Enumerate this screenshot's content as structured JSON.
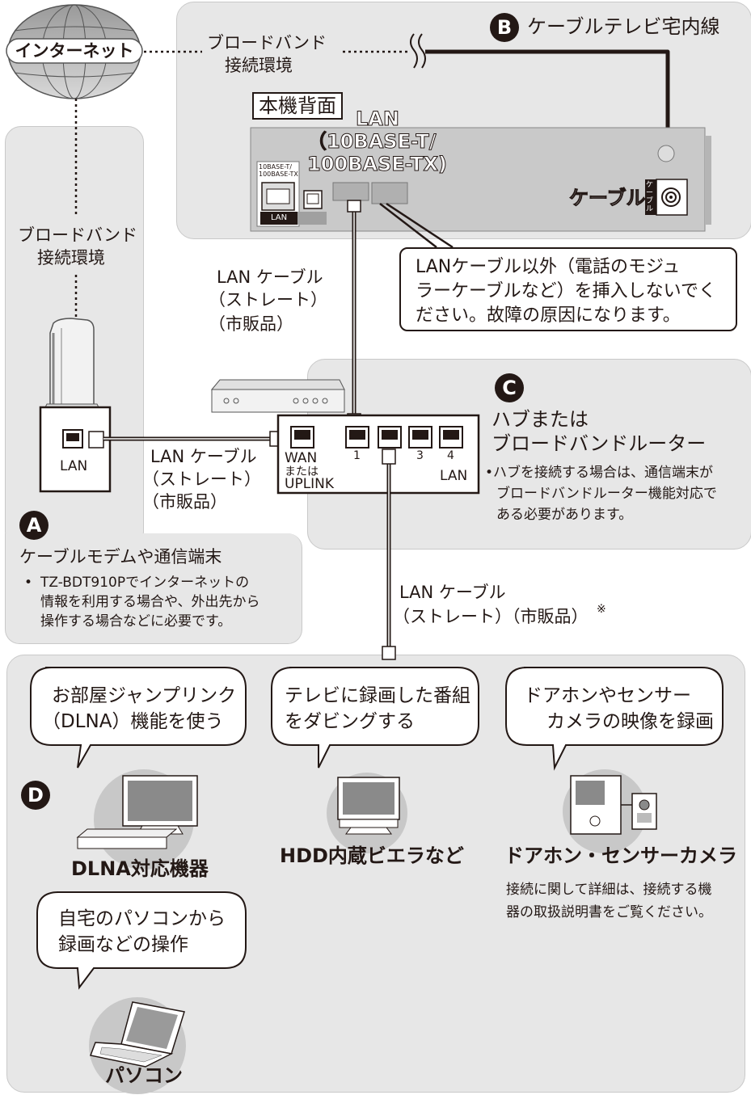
{
  "internet": {
    "label": "インターネット"
  },
  "broadband_top": {
    "line1": "ブロードバンド",
    "line2": "接続環境"
  },
  "broadband_left": {
    "line1": "ブロードバンド",
    "line2": "接続環境"
  },
  "section_b": {
    "badge": "B",
    "title": "ケーブルテレビ宅内線"
  },
  "rear_panel": {
    "title": "本機背面",
    "lan_label_1": "LAN",
    "lan_label_2": "（10BASE-T/",
    "lan_label_3": "100BASE-TX)",
    "port_small_label_1": "10BASE-T/",
    "port_small_label_2": "100BASE-TX",
    "port_lan": "LAN",
    "cable_label": "ケーブル",
    "cable_port_tag": "ケーブル"
  },
  "warning": {
    "line1": "LANケーブル以外（電話のモジュ",
    "line2": "ラーケーブルなど）を挿入しないでく",
    "line3": "ださい。故障の原因になります。"
  },
  "cable_top": {
    "line1": "LAN ケーブル",
    "line2": "（ストレート）",
    "line3": "（市販品）"
  },
  "cable_mid": {
    "line1": "LAN ケーブル",
    "line2": "（ストレート）",
    "line3": "（市販品）"
  },
  "cable_bottom": {
    "line1": "LAN ケーブル",
    "line2": "（ストレート）（市販品）",
    "mark": "※"
  },
  "modem": {
    "port_label": "LAN"
  },
  "section_a": {
    "badge": "A",
    "title": "ケーブルモデムや通信端末",
    "bullet": "•",
    "note_line1": "TZ-BDT910Pでインターネットの",
    "note_line2": "情報を利用する場合や、外出先から",
    "note_line3": "操作する場合などに必要です。"
  },
  "hub": {
    "wan_1": "WAN",
    "wan_2": "または",
    "wan_3": "UPLINK",
    "port1": "1",
    "port3": "3",
    "port4": "4",
    "lan": "LAN"
  },
  "section_c": {
    "badge": "C",
    "title1": "ハブまたは",
    "title2": "ブロードバンドルーター",
    "note_line1": "•ハブを接続する場合は、通信端末が",
    "note_line2": "ブロードバンドルーター機能対応で",
    "note_line3": "ある必要があります。"
  },
  "section_d": {
    "badge": "D",
    "bubble1": {
      "line1": "お部屋ジャンプリンク",
      "line2": "（DLNA）機能を使う"
    },
    "bubble2": {
      "line1": "テレビに録画した番組",
      "line2": "をダビングする"
    },
    "bubble3": {
      "line1": "ドアホンやセンサー",
      "line2": "カメラの映像を録画"
    },
    "bubble4": {
      "line1": "自宅のパソコンから",
      "line2": "録画などの操作"
    },
    "device1": "DLNA対応機器",
    "device2": "HDD内蔵ビエラなど",
    "device3": "ドアホン・センサーカメラ",
    "device4": "パソコン",
    "note_line1": "接続に関して詳細は、接続する機",
    "note_line2": "器の取扱説明書をご覧ください。"
  }
}
